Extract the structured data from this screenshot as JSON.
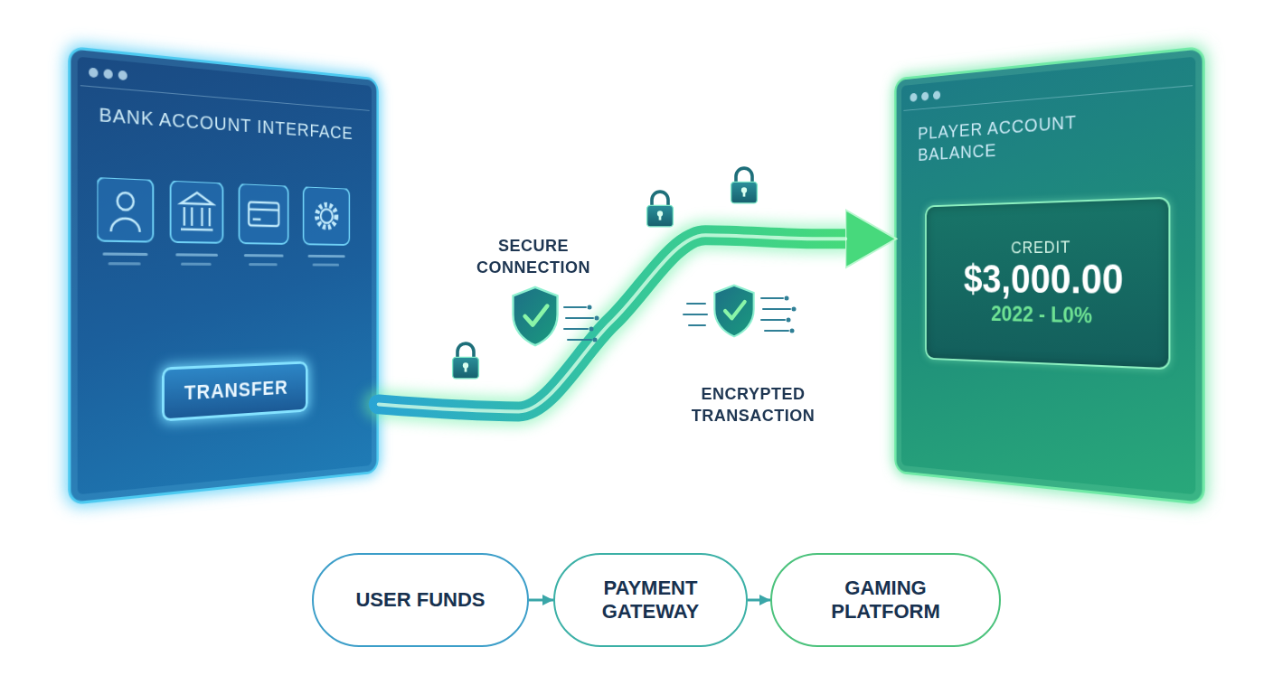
{
  "diagram": {
    "nodes": [
      {
        "text": [
          "BANK ACCOUNT INTERFACE"
        ]
      },
      {
        "text": [
          "TRANSFER"
        ],
        "in": 0
      },
      {
        "text": [
          "PLAYER ACCOUNT BALANCE"
        ]
      },
      {
        "text": [
          "CREDIT",
          "$3,000.00",
          "2022 - L0%"
        ],
        "in": 2
      },
      {
        "text": [
          "USER FUNDS"
        ]
      },
      {
        "text": [
          "PAYMENT GATEWAY"
        ]
      },
      {
        "text": [
          "GAMING PLATFORM"
        ]
      }
    ],
    "edges": [
      {
        "from": 0,
        "to": 2,
        "arrow": "to"
      },
      {
        "from": 4,
        "to": 5,
        "arrow": "to"
      },
      {
        "from": 5,
        "to": 6,
        "arrow": "to"
      }
    ],
    "labels": [
      "SECURE CONNECTION",
      "ENCRYPTED TRANSACTION"
    ]
  }
}
